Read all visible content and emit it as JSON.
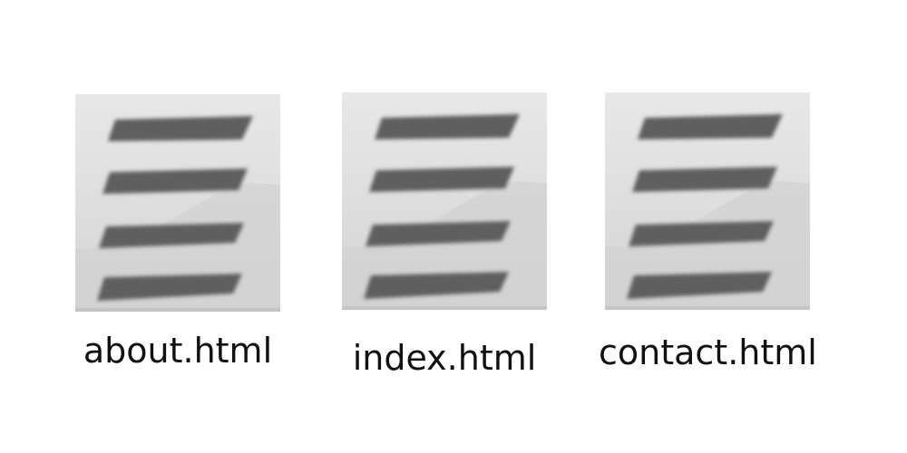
{
  "desktop": {
    "files": [
      {
        "name": "about.html",
        "icon": "html-document-icon"
      },
      {
        "name": "index.html",
        "icon": "html-document-icon"
      },
      {
        "name": "contact.html",
        "icon": "html-document-icon"
      }
    ]
  },
  "colors": {
    "icon_bg_top": "#e6e6e6",
    "icon_bg_bottom": "#cfcfcf",
    "icon_line": "#5f5f5f",
    "label_text": "#111111"
  }
}
